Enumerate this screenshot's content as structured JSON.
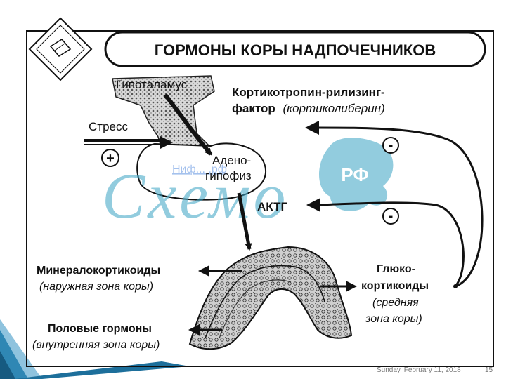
{
  "title": "ГОРМОНЫ КОРЫ НАДПОЧЕЧНИКОВ",
  "labels": {
    "hypothalamus": "Гипоталамус",
    "crf_line1": "Кортикотропин-рилизинг-",
    "crf_line2_bold": "фактор",
    "crf_line2_italic": "(кортиколиберин)",
    "stress": "Стресс",
    "plus": "+",
    "adeno_line1": "Адено-",
    "adeno_line2": "гипофиз",
    "acth": "АКТГ",
    "minus_top": "-",
    "minus_bottom": "-",
    "mineral_name": "Минералокортикоиды",
    "mineral_zone": "(наружная зона коры)",
    "sex_name": "Половые гормоны",
    "sex_zone": "(внутренняя зона коры)",
    "gluco_line1": "Глюко-",
    "gluco_line2": "кортикоиды",
    "gluco_zone_line1": "(средняя",
    "gluco_zone_line2": "зона коры)"
  },
  "watermark": {
    "text": "Схемо",
    "badge": "РФ",
    "link": "Ниф... .рф"
  },
  "footer": {
    "date_text": "Sunday, February 11, 2018",
    "page_number": "15"
  },
  "colors": {
    "ink": "#111111",
    "watermark": "#3aa3c4",
    "slide_accent": "#1f6f9a",
    "link": "#5a8fe0"
  }
}
